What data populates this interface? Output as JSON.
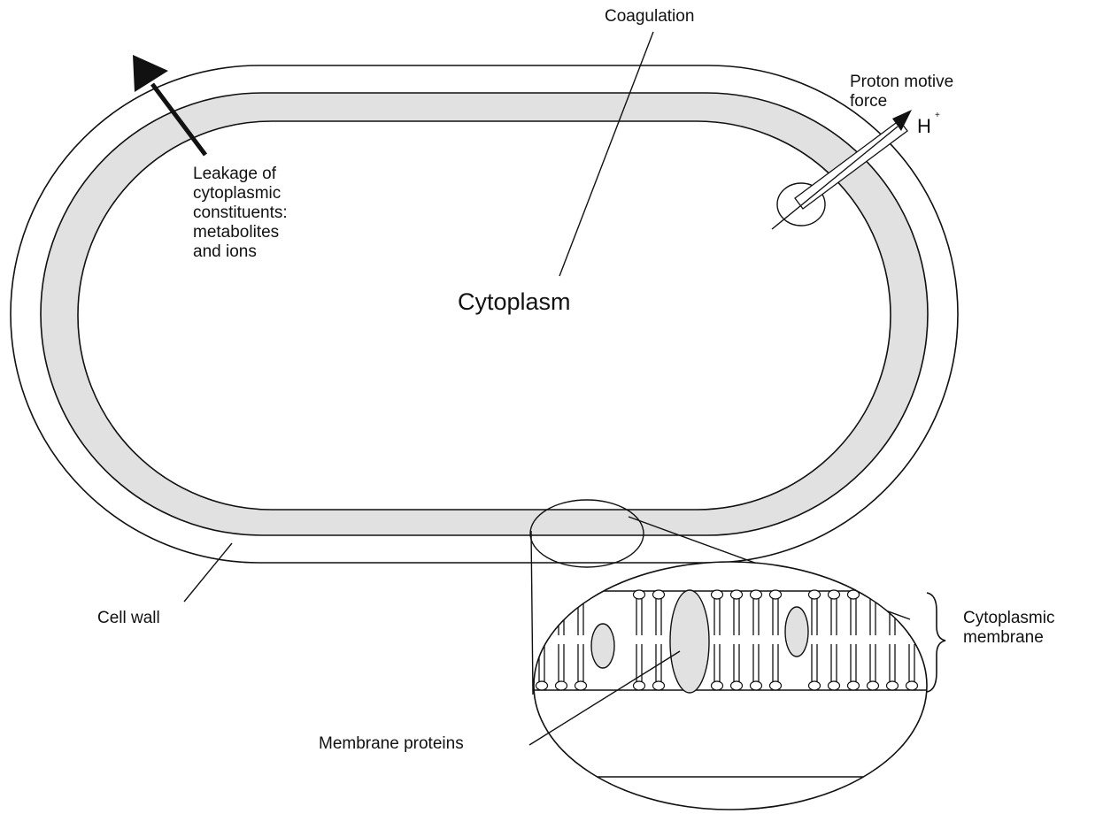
{
  "labels": {
    "coagulation": "Coagulation",
    "proton_motive_force": "Proton motive\nforce",
    "proton_symbol": "H",
    "proton_superscript": "+",
    "leakage": "Leakage of\ncytoplasmic\nconstituents:\nmetabolites\nand ions",
    "cytoplasm": "Cytoplasm",
    "cell_wall": "Cell wall",
    "cytoplasmic_membrane": "Cytoplasmic\nmembrane",
    "membrane_proteins": "Membrane proteins"
  },
  "colors": {
    "membrane_fill": "#e1e1e1",
    "stroke": "#111111",
    "background": "#ffffff"
  }
}
